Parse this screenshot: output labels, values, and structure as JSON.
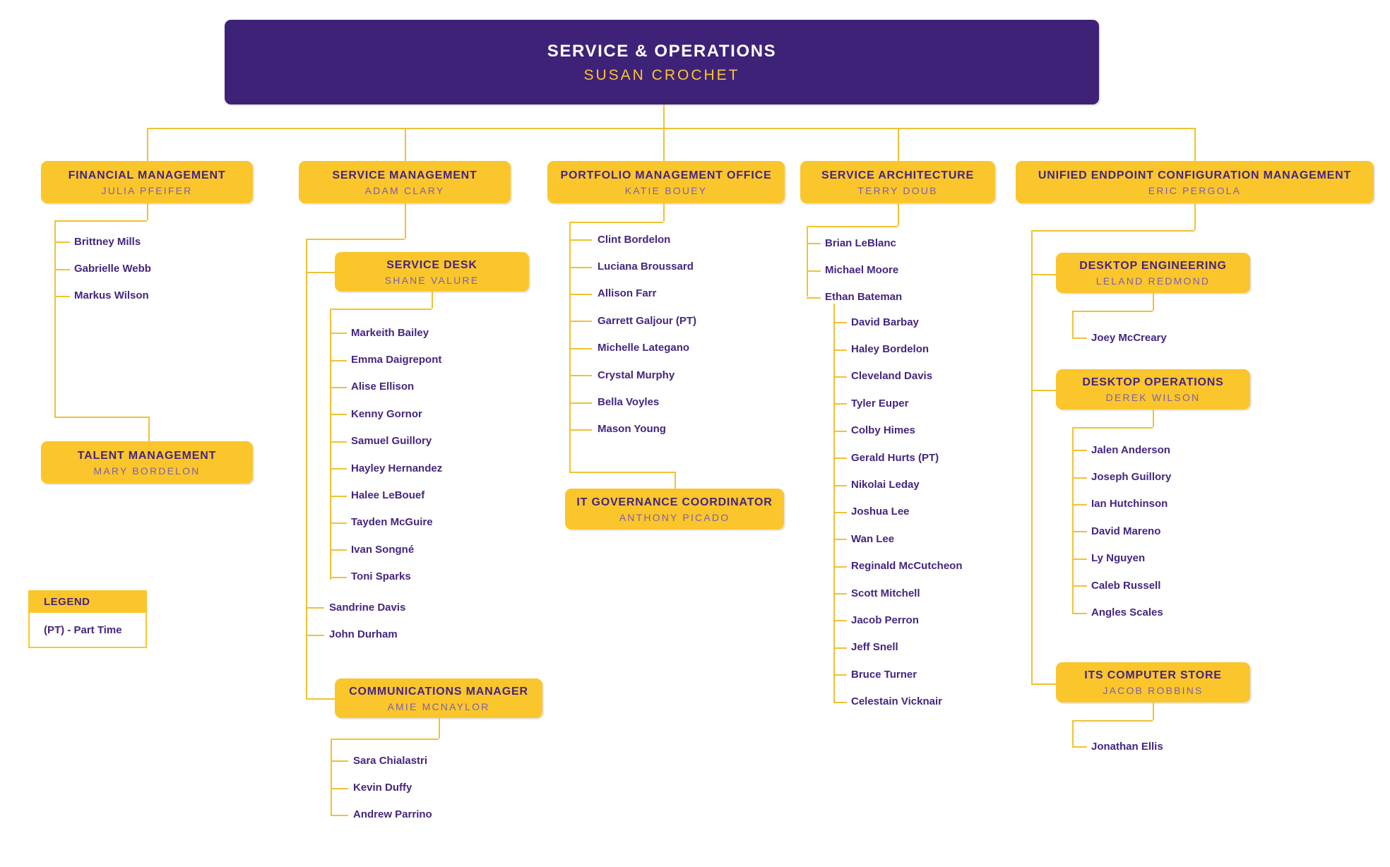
{
  "root": {
    "title": "SERVICE & OPERATIONS",
    "name": "SUSAN CROCHET"
  },
  "legend": {
    "title": "LEGEND",
    "entries": [
      "(PT) - Part Time"
    ]
  },
  "colors": {
    "header_background": "#3e2278",
    "box_background": "#fbc62b",
    "title_text": "#46257f",
    "manager_text": "#7c5fb0",
    "connector_line": "#f0c233",
    "root_title_text": "#ffffff",
    "root_name_text": "#fbc62b"
  },
  "departments": {
    "financial": {
      "title": "FINANCIAL MANAGEMENT",
      "manager": "JULIA PFEIFER",
      "members": [
        "Brittney Mills",
        "Gabrielle Webb",
        "Markus Wilson"
      ]
    },
    "talent": {
      "title": "TALENT MANAGEMENT",
      "manager": "MARY BORDELON"
    },
    "service_mgmt": {
      "title": "SERVICE MANAGEMENT",
      "manager": "ADAM CLARY",
      "members": [
        "Sandrine Davis",
        "John Durham"
      ]
    },
    "service_desk": {
      "title": "SERVICE DESK",
      "manager": "SHANE VALURE",
      "members": [
        "Markeith Bailey",
        "Emma Daigrepont",
        "Alise Ellison",
        "Kenny Gornor",
        "Samuel Guillory",
        "Hayley Hernandez",
        "Halee LeBouef",
        "Tayden McGuire",
        "Ivan Songné",
        "Toni Sparks"
      ]
    },
    "comms": {
      "title": "COMMUNICATIONS MANAGER",
      "manager": "AMIE MCNAYLOR",
      "members": [
        "Sara Chialastri",
        "Kevin Duffy",
        "Andrew Parrino"
      ]
    },
    "pmo": {
      "title": "PORTFOLIO MANAGEMENT OFFICE",
      "manager": "KATIE BOUEY",
      "members": [
        "Clint Bordelon",
        "Luciana Broussard",
        "Allison Farr",
        "Garrett Galjour (PT)",
        "Michelle Lategano",
        "Crystal Murphy",
        "Bella Voyles",
        "Mason Young"
      ]
    },
    "it_gov": {
      "title": "IT GOVERNANCE COORDINATOR",
      "manager": "ANTHONY PICADO"
    },
    "service_arch": {
      "title": "SERVICE ARCHITECTURE",
      "manager": "TERRY DOUB",
      "members": [
        "Brian LeBlanc",
        "Michael Moore",
        "Ethan Bateman"
      ],
      "team_members": [
        "David Barbay",
        "Haley Bordelon",
        "Cleveland Davis",
        "Tyler Euper",
        "Colby Himes",
        "Gerald Hurts (PT)",
        "Nikolai Leday",
        "Joshua Lee",
        "Wan Lee",
        "Reginald McCutcheon",
        "Scott Mitchell",
        "Jacob Perron",
        "Jeff Snell",
        "Bruce Turner",
        "Celestain Vicknair"
      ]
    },
    "uecm": {
      "title": "UNIFIED ENDPOINT CONFIGURATION MANAGEMENT",
      "manager": "ERIC PERGOLA"
    },
    "desktop_eng": {
      "title": "DESKTOP ENGINEERING",
      "manager": "LELAND REDMOND",
      "members": [
        "Joey McCreary"
      ]
    },
    "desktop_ops": {
      "title": "DESKTOP OPERATIONS",
      "manager": "DEREK WILSON",
      "members": [
        "Jalen Anderson",
        "Joseph Guillory",
        "Ian Hutchinson",
        "David Mareno",
        "Ly Nguyen",
        "Caleb Russell",
        "Angles Scales"
      ]
    },
    "its_store": {
      "title": "ITS COMPUTER STORE",
      "manager": "JACOB ROBBINS",
      "members": [
        "Jonathan Ellis"
      ]
    }
  }
}
